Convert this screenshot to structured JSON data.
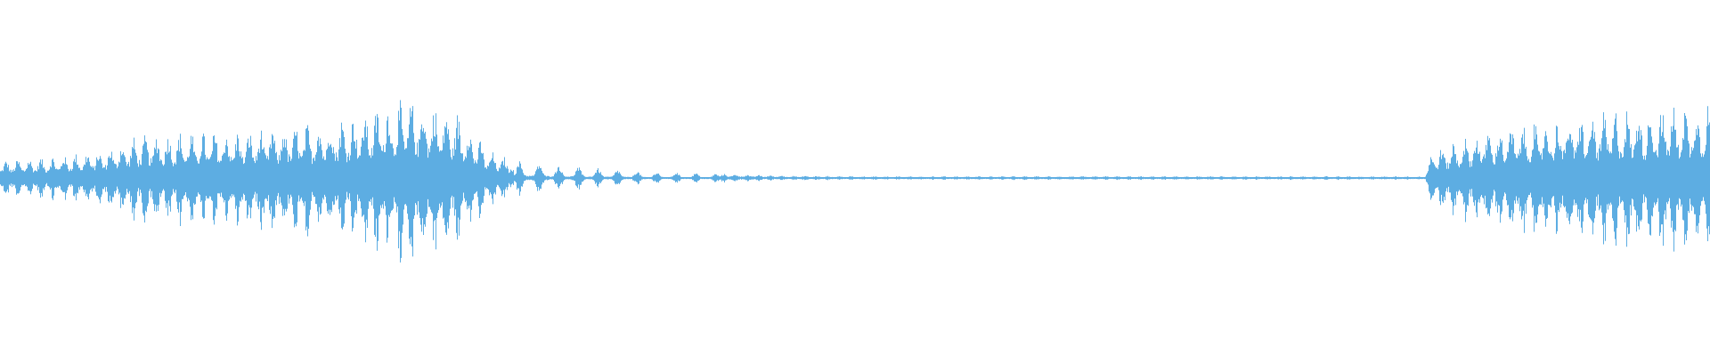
{
  "waveform": {
    "color": "#5dade2",
    "background": "#ffffff",
    "envelope": [
      {
        "t": 0.0,
        "peak": 0.1
      },
      {
        "t": 0.03,
        "peak": 0.12
      },
      {
        "t": 0.06,
        "peak": 0.16
      },
      {
        "t": 0.08,
        "peak": 0.24
      },
      {
        "t": 0.1,
        "peak": 0.26
      },
      {
        "t": 0.14,
        "peak": 0.27
      },
      {
        "t": 0.17,
        "peak": 0.3
      },
      {
        "t": 0.2,
        "peak": 0.34
      },
      {
        "t": 0.225,
        "peak": 0.42
      },
      {
        "t": 0.24,
        "peak": 0.46
      },
      {
        "t": 0.255,
        "peak": 0.42
      },
      {
        "t": 0.27,
        "peak": 0.36
      },
      {
        "t": 0.285,
        "peak": 0.16
      },
      {
        "t": 0.3,
        "peak": 0.1
      },
      {
        "t": 0.33,
        "peak": 0.07
      },
      {
        "t": 0.37,
        "peak": 0.04
      },
      {
        "t": 0.4,
        "peak": 0.03
      },
      {
        "t": 0.45,
        "peak": 0.015
      },
      {
        "t": 0.5,
        "peak": 0.01
      },
      {
        "t": 0.833,
        "peak": 0.01
      },
      {
        "t": 0.837,
        "peak": 0.16
      },
      {
        "t": 0.87,
        "peak": 0.28
      },
      {
        "t": 0.92,
        "peak": 0.36
      },
      {
        "t": 0.96,
        "peak": 0.4
      },
      {
        "t": 1.0,
        "peak": 0.43
      }
    ]
  }
}
